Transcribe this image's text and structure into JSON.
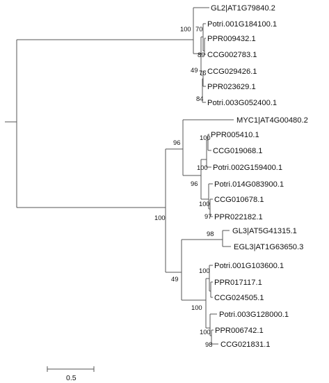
{
  "tree": {
    "leaves": [
      {
        "id": "L1",
        "label": "GL2|AT1G79840.2"
      },
      {
        "id": "L2",
        "label": "Potri.001G184100.1"
      },
      {
        "id": "L3",
        "label": "PPR009432.1"
      },
      {
        "id": "L4",
        "label": "CCG002783.1"
      },
      {
        "id": "L5",
        "label": "CCG029426.1"
      },
      {
        "id": "L6",
        "label": "PPR023629.1"
      },
      {
        "id": "L7",
        "label": "Potri.003G052400.1"
      },
      {
        "id": "L8",
        "label": "MYC1|AT4G00480.2"
      },
      {
        "id": "L9",
        "label": "PPR005410.1"
      },
      {
        "id": "L10",
        "label": "CCG019068.1"
      },
      {
        "id": "L11",
        "label": "Potri.002G159400.1"
      },
      {
        "id": "L12",
        "label": "Potri.014G083900.1"
      },
      {
        "id": "L13",
        "label": "CCG010678.1"
      },
      {
        "id": "L14",
        "label": "PPR022182.1"
      },
      {
        "id": "L15",
        "label": "GL3|AT5G41315.1"
      },
      {
        "id": "L16",
        "label": "EGL3|AT1G63650.3"
      },
      {
        "id": "L17",
        "label": "Potri.001G103600.1"
      },
      {
        "id": "L18",
        "label": "PPR017117.1"
      },
      {
        "id": "L19",
        "label": "CCG024505.1"
      },
      {
        "id": "L20",
        "label": "Potri.003G128000.1"
      },
      {
        "id": "L21",
        "label": "PPR006742.1"
      },
      {
        "id": "L22",
        "label": "CCG021831.1"
      }
    ],
    "bootstrap_values": [
      {
        "id": "b1",
        "value": "100"
      },
      {
        "id": "b2",
        "value": "70"
      },
      {
        "id": "b3",
        "value": "89"
      },
      {
        "id": "b4",
        "value": "49"
      },
      {
        "id": "b5",
        "value": "76"
      },
      {
        "id": "b6",
        "value": "84"
      },
      {
        "id": "b7",
        "value": "96"
      },
      {
        "id": "b8",
        "value": "100"
      },
      {
        "id": "b9",
        "value": "100"
      },
      {
        "id": "b10",
        "value": "96"
      },
      {
        "id": "b11",
        "value": "100"
      },
      {
        "id": "b12",
        "value": "97"
      },
      {
        "id": "b13",
        "value": "100"
      },
      {
        "id": "b14",
        "value": "98"
      },
      {
        "id": "b15",
        "value": "49"
      },
      {
        "id": "b16",
        "value": "100"
      },
      {
        "id": "b17",
        "value": "100"
      },
      {
        "id": "b18",
        "value": "100"
      },
      {
        "id": "b19",
        "value": "98"
      }
    ]
  },
  "scale_bar": {
    "label": "0.5"
  },
  "colors": {
    "branch": "#555555",
    "text": "#111111",
    "background": "#ffffff"
  }
}
